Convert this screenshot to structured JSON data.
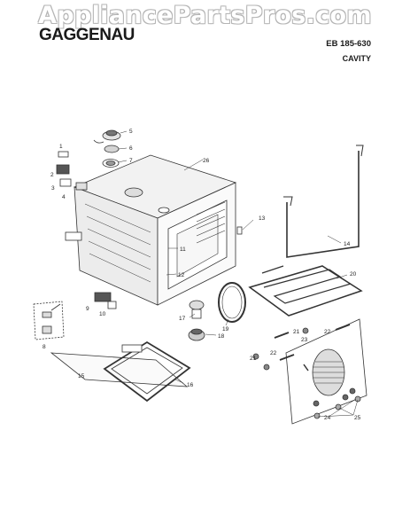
{
  "watermark": "AppliancePartsPros.com",
  "brand": "GAGGENAU",
  "model": "EB 185-630",
  "section": "CAVITY",
  "callouts": [
    {
      "id": "c1",
      "label": "1"
    },
    {
      "id": "c2",
      "label": "2"
    },
    {
      "id": "c3",
      "label": "3"
    },
    {
      "id": "c4",
      "label": "4"
    },
    {
      "id": "c5",
      "label": "5"
    },
    {
      "id": "c6",
      "label": "6"
    },
    {
      "id": "c7",
      "label": "7"
    },
    {
      "id": "c8",
      "label": "8"
    },
    {
      "id": "c9",
      "label": "9"
    },
    {
      "id": "c10",
      "label": "10"
    },
    {
      "id": "c11",
      "label": "11"
    },
    {
      "id": "c12",
      "label": "12"
    },
    {
      "id": "c13",
      "label": "13"
    },
    {
      "id": "c14",
      "label": "14"
    },
    {
      "id": "c15",
      "label": "15"
    },
    {
      "id": "c16",
      "label": "16"
    },
    {
      "id": "c17",
      "label": "17"
    },
    {
      "id": "c18",
      "label": "18"
    },
    {
      "id": "c19",
      "label": "19"
    },
    {
      "id": "c20",
      "label": "20"
    },
    {
      "id": "c21a",
      "label": "21"
    },
    {
      "id": "c21b",
      "label": "21"
    },
    {
      "id": "c22a",
      "label": "22"
    },
    {
      "id": "c22b",
      "label": "22"
    },
    {
      "id": "c23",
      "label": "23"
    },
    {
      "id": "c24",
      "label": "24"
    },
    {
      "id": "c25",
      "label": "25"
    },
    {
      "id": "c26",
      "label": "26"
    }
  ]
}
